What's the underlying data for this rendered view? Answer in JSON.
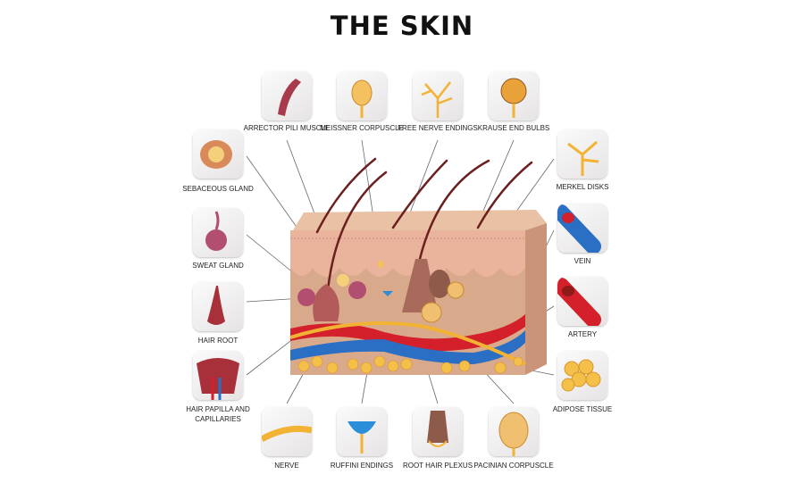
{
  "title": "THE SKIN",
  "labels": {
    "arrector_pili": "ARRECTOR PILI MUSCLE",
    "meissner": "MEISSNER CORPUSCLE",
    "free_nerve": "FREE NERVE ENDINGS",
    "krause": "KRAUSE END BULBS",
    "sebaceous": "SEBACEOUS GLAND",
    "sweat": "SWEAT GLAND",
    "hair_root": "HAIR ROOT",
    "hair_papilla": "HAIR PAPILLA AND CAPILLARIES",
    "merkel": "MERKEL DISKS",
    "vein": "VEIN",
    "artery": "ARTERY",
    "adipose": "ADIPOSE TISSUE",
    "nerve": "NERVE",
    "ruffini": "RUFFINI ENDINGS",
    "root_hair_plexus": "ROOT HAIR PLEXUS",
    "pacinian": "PACINIAN CORPUSCLE"
  },
  "colors": {
    "skin": "#d9a98c",
    "epidermis": "#ebb79f",
    "artery": "#d3202a",
    "vein": "#2a6fc4",
    "nerve": "#f2b233",
    "fat": "#f5c04a"
  }
}
